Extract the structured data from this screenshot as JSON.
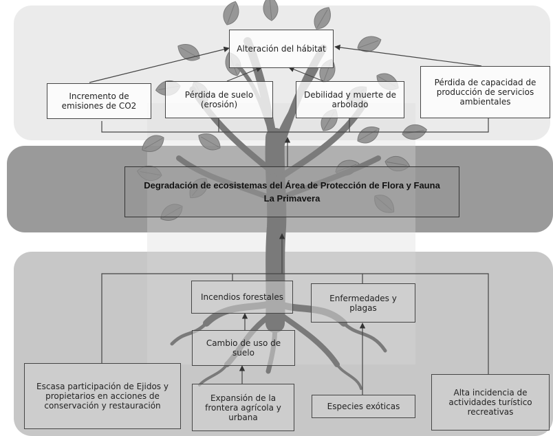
{
  "effects": {
    "top": "Alteración del hábitat",
    "co2": "Incremento de emisiones de CO2",
    "soil": "Pérdida de suelo (erosión)",
    "trees": "Debilidad y muerte de arbolado",
    "services": "Pérdida de capacidad de producción de servicios ambientales"
  },
  "core": "Degradación de ecosistemas del Área de Protección de Flora y Fauna La Primavera",
  "causes": {
    "fires": "Incendios forestales",
    "diseases": "Enfermedades y plagas",
    "landuse": "Cambio de uso de suelo",
    "frontier": "Expansión de la frontera agrícola y urbana",
    "participation": "Escasa participación de Ejidos y propietarios en acciones de conservación y restauración",
    "exotic": "Especies exóticas",
    "tourism": "Alta incidencia de actividades turístico recreativas"
  },
  "colors": {
    "band_top": "#ebebeb",
    "band_mid": "#9a9a9a",
    "band_bottom": "#c7c7c7",
    "tree": "#7a7a7a",
    "lines": "#444444"
  }
}
